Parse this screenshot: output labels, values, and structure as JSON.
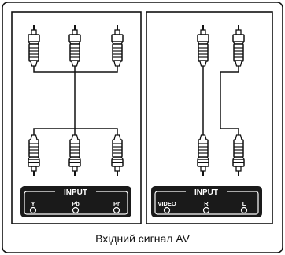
{
  "panels": [
    {
      "id": "component",
      "connector_count": 3,
      "input_title": "INPUT",
      "jack_labels": [
        "Y",
        "Pb",
        "Pr"
      ]
    },
    {
      "id": "composite",
      "connector_count": 2,
      "input_title": "INPUT",
      "jack_labels": [
        "VIDEO",
        "R",
        "L"
      ]
    }
  ],
  "caption": "Вхідний сигнал AV",
  "colors": {
    "stroke": "#111111",
    "panel_fill": "#ffffff",
    "input_box_fill": "#1a1a1a",
    "input_text": "#ffffff"
  }
}
